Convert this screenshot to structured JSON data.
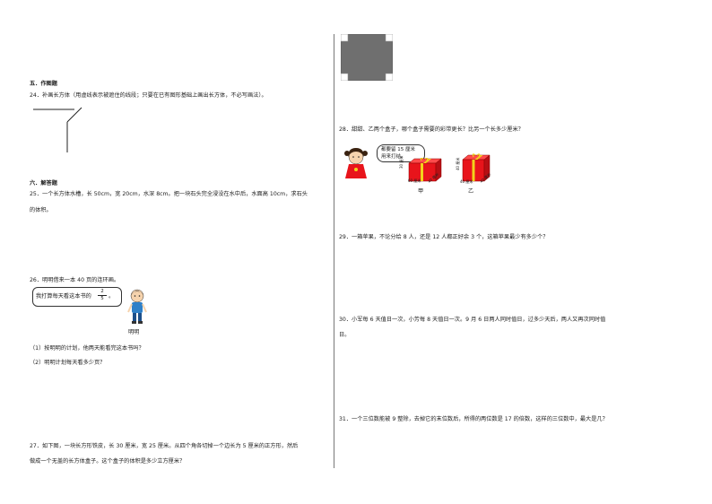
{
  "left": {
    "section5": {
      "title": "五．作图题"
    },
    "q24": {
      "text": "24．补画长方体（用虚线表示被遮住的线段；只要在已有图形基础上画出长方体，不必写画法）。"
    },
    "section6": {
      "title": "六．解答题"
    },
    "q25": {
      "line1": "25．一个长方体水槽，长 50cm，宽 20cm，水深 8cm。把一块石头完全浸没在水中后，水面高 10cm，求石头",
      "line2": "的体积。"
    },
    "q26": {
      "text": "26．明明借来一本 40 页的连环画。",
      "bubble_text": "我打算每天看这本书的",
      "fraction_num": "2",
      "fraction_den": "5",
      "bubble_end": "。",
      "name_label": "明明",
      "sub1": "（1）按明明的计划，他两天能看完这本书吗？",
      "sub2": "（2）明明计划每天看多少页？"
    },
    "q27": {
      "line1": "27．如下图，一块长方形铁皮，长 30 厘米，宽 25 厘米。从四个角各切掉一个边长为 5 厘米的正方形，然后",
      "line2": "做成一个无盖的长方体盒子。这个盒子的体积是多少立方厘米？"
    }
  },
  "right": {
    "q28": {
      "text": "28．甜甜、乙两个盒子，哪个盒子需要的彩带更长？比另一个长多少厘米？",
      "bubble_line1": "都要留 15 厘米",
      "bubble_line2": "用来打结。",
      "box_jia_label": "甲",
      "box_yi_label": "乙",
      "jia_dims": [
        "30 厘米",
        "60 厘米",
        "40 厘米"
      ],
      "yi_dims": [
        "40 厘米",
        "40 厘米",
        "40 厘米"
      ]
    },
    "q29": {
      "text": "29．一箱苹果，不论分给 8 人，还是 12 人都正好余 3 个，这箱苹果最少有多少个？"
    },
    "q30": {
      "line1": "30．小军每 6 天值日一次，小芳每 8 天值日一次。9 月 6 日两人同时值日，过多少天后，两人又再次同时值",
      "line2": "日。"
    },
    "q31": {
      "text": "31．一个三位数能被 9 整除，去掉它的末位数后，所得的两位数是 17 的倍数，这样的三位数中，最大是几？"
    }
  },
  "colors": {
    "box_red": "#e8141b",
    "ribbon": "#f2d21b",
    "sheet_gray": "#6f6f6f",
    "shirt_blue": "#2f80c8"
  }
}
